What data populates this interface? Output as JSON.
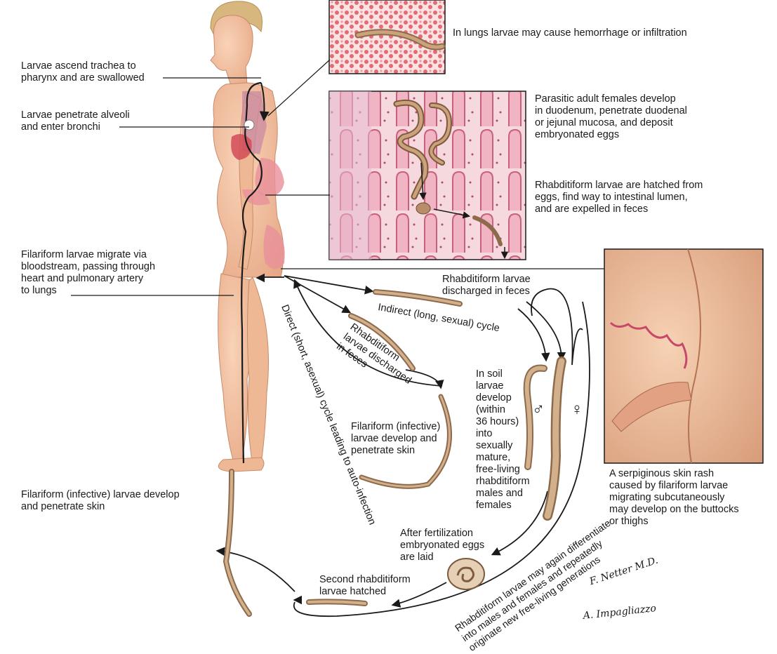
{
  "labels": {
    "trachea": "Larvae ascend trachea to\npharynx and are swallowed",
    "alveoli": "Larvae penetrate alveoli\nand enter bronchi",
    "filariform_migrate": "Filariform larvae migrate via\nbloodstream, passing through\nheart and pulmonary artery\nto lungs",
    "filariform_skin_left": "Filariform (infective) larvae develop\nand penetrate skin",
    "lungs_inset": "In lungs larvae may cause hemorrhage or infiltration",
    "adult_females": "Parasitic adult females develop\nin duodenum, penetrate duodenal\nor jejunal mucosa, and deposit\nembryonated eggs",
    "rhabditiform_hatched": "Rhabditiform larvae are hatched from\neggs, find way to intestinal lumen,\nand are expelled in feces",
    "discharged_top": "Rhabditiform larvae\ndischarged in feces",
    "indirect_cycle": "Indirect  (long, sexual) cycle",
    "discharged_rot": "Rhabditiform\nlarvae discharged\nin feces",
    "direct_cycle": "Direct  (short, asexual) cycle leading to auto-infection",
    "filariform_center": "Filariform (infective)\nlarvae develop and\npenetrate skin",
    "in_soil": "In soil\nlarvae\ndevelop\n(within\n36 hours)\ninto\nsexually\nmature,\nfree-living\nrhabditiform\nmales and\nfemales",
    "male_symbol": "♂",
    "female_symbol": "♀",
    "after_fert": "After fertilization\nembryonated eggs\nare laid",
    "second_hatched": "Second rhabditiform\nlarvae hatched",
    "differentiate": "Rhabditiform larvae may again differentiate\ninto males and females and repeatedly\noriginate new free-living generations",
    "skin_rash": "A serpiginous skin rash\ncaused by filariform larvae\nmigrating subcutaneously\nmay develop on the buttocks\nor thighs",
    "signature1": "F. Netter M.D.",
    "signature2": "A. Impagliazzo"
  },
  "colors": {
    "skin": "#f4c2a3",
    "skin_shadow": "#e0a07f",
    "larva": "#b98d6a",
    "tissue_pink": "#f3cfd6",
    "mucosa": "#e48aa3",
    "blood": "#e05a66",
    "hair": "#d8b77e",
    "line": "#1a1a1a"
  }
}
